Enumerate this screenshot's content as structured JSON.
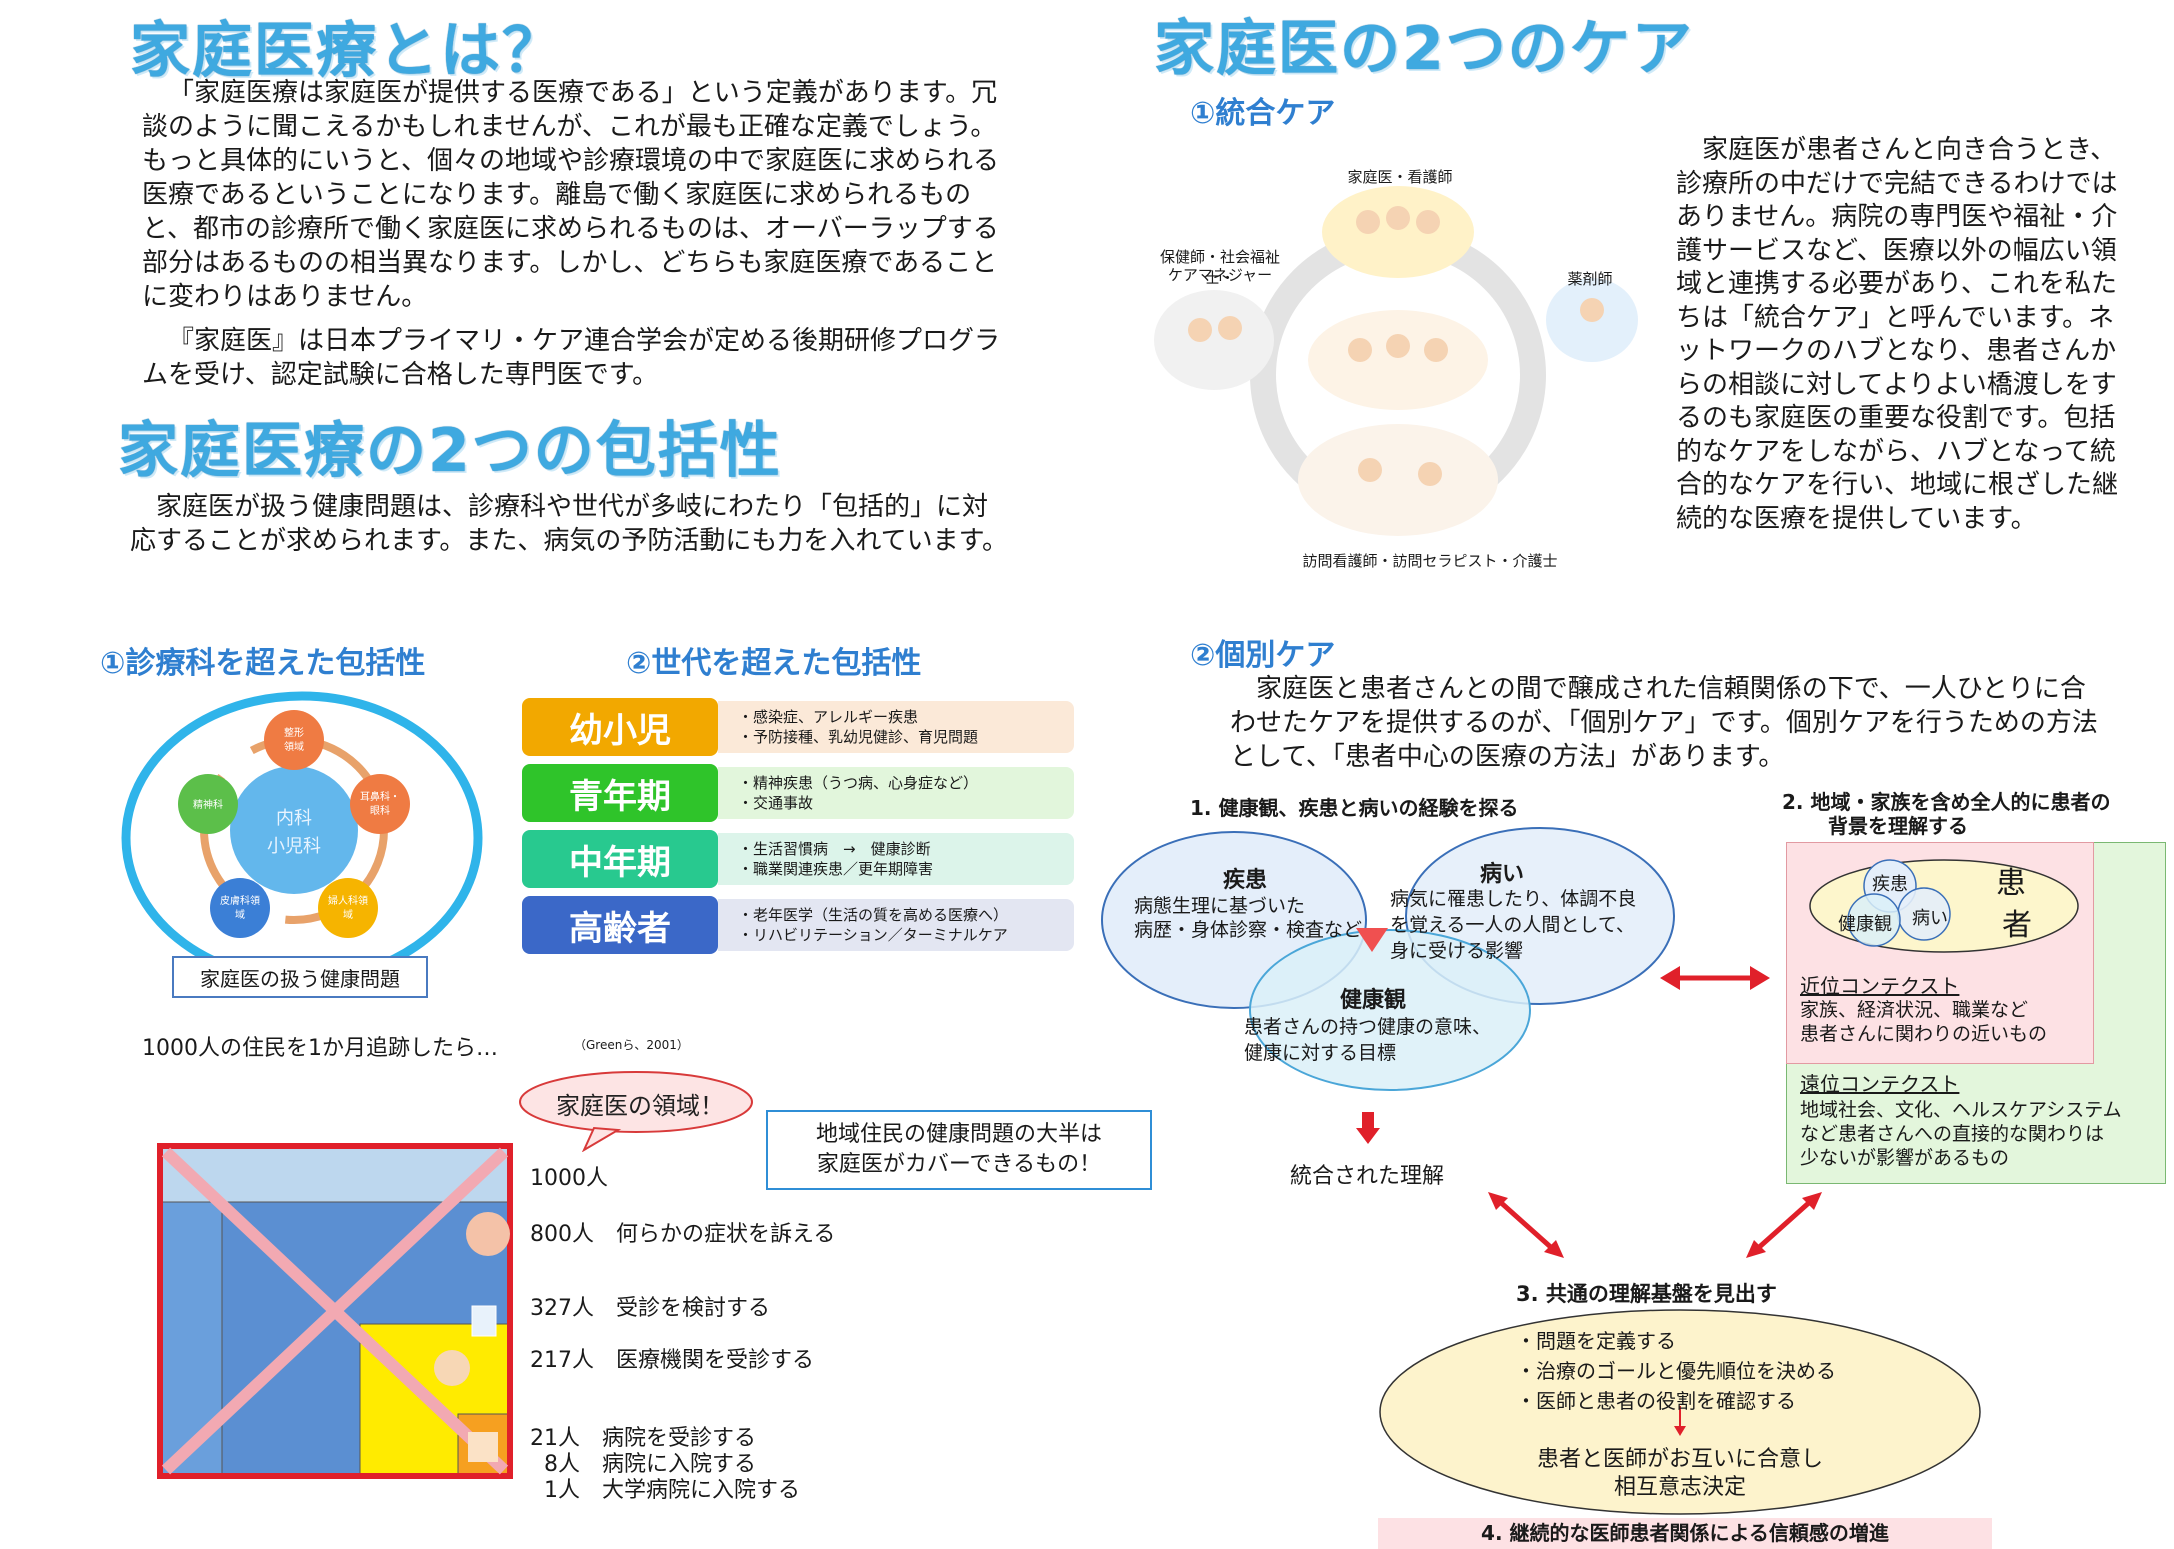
{
  "left": {
    "title1": "家庭医療とは？",
    "intro1": "「家庭医療は家庭医が提供する医療である」という定義があります。冗談のように聞こえるかもしれませんが、これが最も正確な定義でしょう。もっと具体的にいうと、個々の地域や診療環境の中で家庭医に求められる医療であるということになります。離島で働く家庭医に求められるものと、都市の診療所で働く家庭医に求められるものは、オーバーラップする部分はあるものの相当異なります。しかし、どちらも家庭医療であることに変わりはありません。",
    "intro2": "『家庭医』は日本プライマリ・ケア連合学会が定める後期研修プログラムを受け、認定試験に合格した専門医です。",
    "title2": "家庭医療の2つの包括性",
    "intro3": "家庭医が扱う健康問題は、診療科や世代が多岐にわたり「包括的」に対応することが求められます。また、病気の予防活動にも力を入れています。",
    "sub1": "①診療科を超えた包括性",
    "sub2": "②世代を超えた包括性",
    "cycle": {
      "center1": "内科",
      "center2": "小児科",
      "nodes": [
        "整形\n領域",
        "耳鼻科・\n眼科",
        "婦人科領\n域",
        "皮膚科領\n域",
        "精神科"
      ],
      "caption": "家庭医の扱う健康問題"
    },
    "generations": [
      {
        "label": "幼小児",
        "color": "#f2a800",
        "items": [
          "・感染症、アレルギー疾患",
          "・予防接種、乳幼児健診、育児問題"
        ]
      },
      {
        "label": "青年期",
        "color": "#2fc42a",
        "items": [
          "・精神疾患（うつ病、心身症など）",
          "・交通事故"
        ]
      },
      {
        "label": "中年期",
        "color": "#28c98f",
        "items": [
          "・生活習慣病　→　健康診断",
          "・職業関連疾患／更年期障害"
        ]
      },
      {
        "label": "高齢者",
        "color": "#3b68c8",
        "items": [
          "・老年医学（生活の質を高める医療へ）",
          "・リハビリテーション／ターミナルケア"
        ]
      }
    ],
    "ecology": {
      "heading": "1000人の住民を1か月追跡したら…",
      "citation": "（Greenら、2001）",
      "bubble": "家庭医の領域！",
      "note1": "地域住民の健康問題の大半は",
      "note2": "家庭医がカバーできるもの！",
      "rows": [
        "1000人",
        "800人　何らかの症状を訴える",
        "327人　受診を検討する",
        "217人　医療機関を受診する",
        "21人　病院を受診する",
        "8人　病院に入院する",
        "1人　大学病院に入院する"
      ]
    }
  },
  "right": {
    "title": "家庭医の2つのケア",
    "sub1": "①統合ケア",
    "figure_labels": {
      "top": "家庭医・看護師",
      "left1": "保健師・社会福祉士・",
      "left2": "ケアマネジャー",
      "right": "薬剤師",
      "bottom": "訪問看護師・訪問セラピスト・介護士"
    },
    "integrated_text": "家庭医が患者さんと向き合うとき、診療所の中だけで完結できるわけではありません。病院の専門医や福祉・介護サービスなど、医療以外の幅広い領域と連携する必要があり、これを私たちは「統合ケア」と呼んでいます。ネットワークのハブとなり、患者さんからの相談に対してよりよい橋渡しをするのも家庭医の重要な役割です。包括的なケアをしながら、ハブとなって統合的なケアを行い、地域に根ざした継続的な医療を提供しています。",
    "sub2": "②個別ケア",
    "individual_text": "家庭医と患者さんとの間で醸成された信頼関係の下で、一人ひとりに合わせたケアを提供するのが、「個別ケア」です。個別ケアを行うための方法として、「患者中心の医療の方法」があります。",
    "pcm": {
      "step1": "1. 健康観、疾患と病いの経験を探る",
      "disease_title": "疾患",
      "disease_l1": "病態生理に基づいた",
      "disease_l2": "病歴・身体診察・検査など",
      "illness_title": "病い",
      "illness_l1": "病気に罹患したり、体調不良",
      "illness_l2": "を覚える一人の人間として、",
      "illness_l3": "身に受ける影響",
      "health_title": "健康観",
      "health_l1": "患者さんの持つ健康の意味、",
      "health_l2": "健康に対する目標",
      "integrated": "統合された理解",
      "step2_l1": "2. 地域・家族を含め全人的に患者の",
      "step2_l2": "背景を理解する",
      "patient1": "患",
      "patient2": "者",
      "mini1": "疾患",
      "mini2": "健康観",
      "mini3": "病い",
      "near_title": "近位コンテクスト",
      "near_l1": "家族、経済状況、職業など",
      "near_l2": "患者さんに関わりの近いもの",
      "far_title": "遠位コンテクスト",
      "far_l1": "地域社会、文化、ヘルスケアシステム",
      "far_l2": "など患者さんへの直接的な関わりは",
      "far_l3": "少ないが影響があるもの",
      "step3": "3. 共通の理解基盤を見出す",
      "bullets": [
        "・問題を定義する",
        "・治療のゴールと優先順位を決める",
        "・医師と患者の役割を確認する"
      ],
      "agree1": "患者と医師がお互いに合意し",
      "agree2": "相互意志決定",
      "step4": "4. 継続的な医師患者関係による信頼感の増進"
    }
  }
}
